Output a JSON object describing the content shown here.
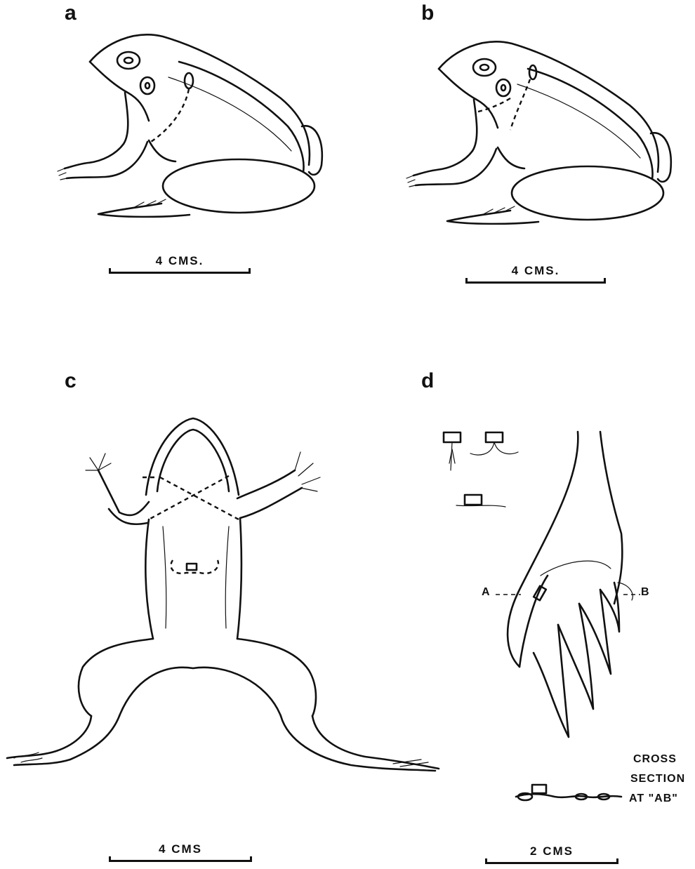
{
  "panels": {
    "a": {
      "letter": "a",
      "scale": "4 CMS."
    },
    "b": {
      "letter": "b",
      "scale": "4 CMS."
    },
    "c": {
      "letter": "c",
      "scale": "4 CMS"
    },
    "d": {
      "letter": "d",
      "scale": "2 CMS",
      "label_a": "A",
      "label_b": "B",
      "cross_section": [
        "CROSS",
        "SECTION",
        "AT \"AB\""
      ]
    }
  }
}
